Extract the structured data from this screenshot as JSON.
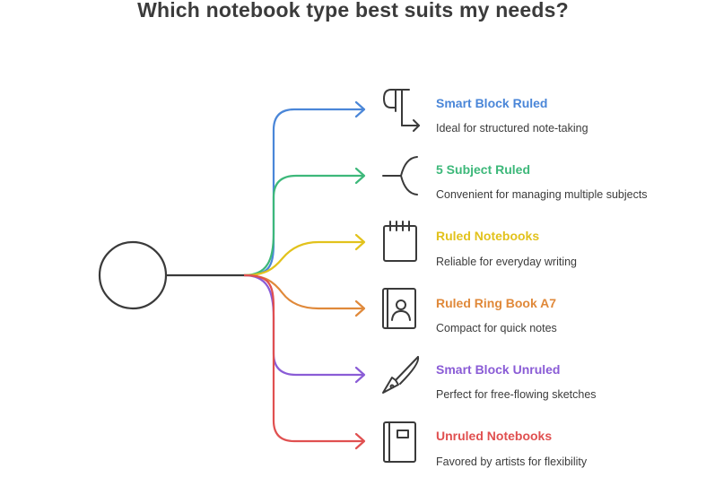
{
  "title": "Which notebook type best suits my needs?",
  "branches": [
    {
      "label": "Smart Block Ruled",
      "description": "Ideal for structured note-taking",
      "color": "#4a86d8",
      "icon": "pilcrow-arrow-icon"
    },
    {
      "label": "5 Subject Ruled",
      "description": "Convenient for managing multiple subjects",
      "color": "#3db87a",
      "icon": "fork-icon"
    },
    {
      "label": "Ruled Notebooks",
      "description": "Reliable for everyday writing",
      "color": "#e2c21c",
      "icon": "spiral-notepad-icon"
    },
    {
      "label": "Ruled Ring Book A7",
      "description": "Compact for quick notes",
      "color": "#e0893a",
      "icon": "contact-book-icon"
    },
    {
      "label": "Smart Block Unruled",
      "description": "Perfect for free-flowing sketches",
      "color": "#8a5cd6",
      "icon": "fountain-pen-icon"
    },
    {
      "label": "Unruled Notebooks",
      "description": "Favored by artists for flexibility",
      "color": "#e05050",
      "icon": "notebook-icon"
    }
  ],
  "line_color": "#3a3a3a"
}
